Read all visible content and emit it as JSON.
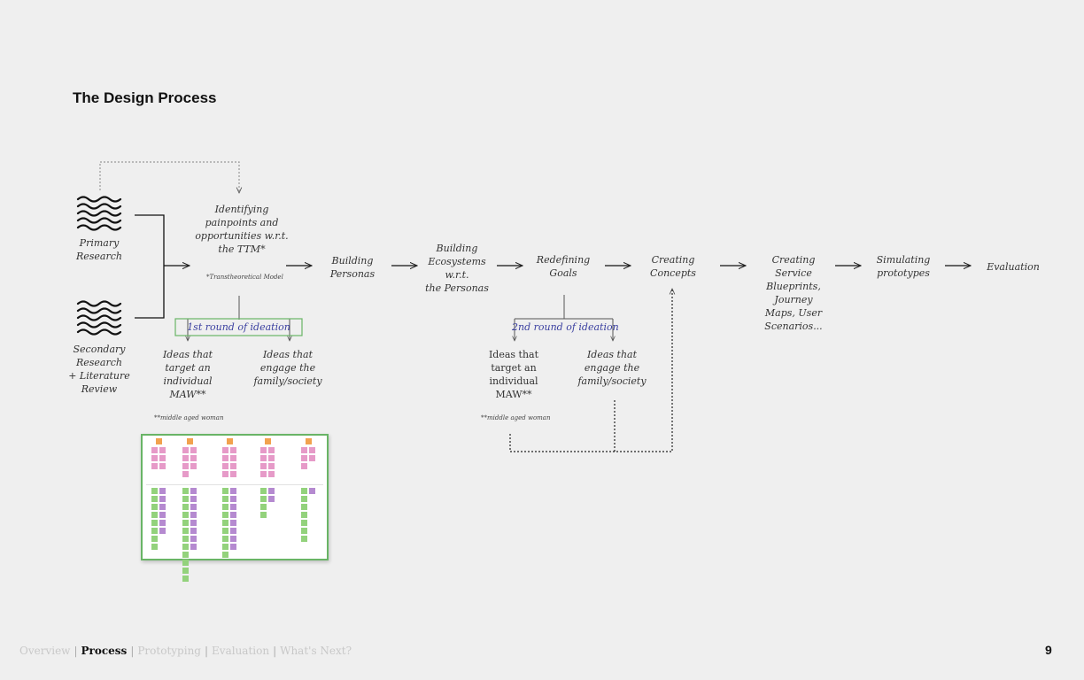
{
  "title": "The Design Process",
  "sources": {
    "primary": "Primary\nResearch",
    "secondary": "Secondary\nResearch\n+ Literature\nReview"
  },
  "steps": {
    "identify": "Identifying\npainpoints and\nopportunities w.r.t.\nthe TTM*",
    "ttm_note": "*Transtheoretical Model",
    "personas": "Building\nPersonas",
    "ecosystems": "Building\nEcosystems\nw.r.t.\nthe Personas",
    "goals": "Redefining\nGoals",
    "concepts": "Creating\nConcepts",
    "service": "Creating\nService\nBlueprints,\nJourney\nMaps, User\nScenarios...",
    "simulating": "Simulating\nprototypes",
    "evaluation": "Evaluation"
  },
  "ideation1": {
    "label": "1st round of ideation",
    "left": "Ideas that\ntarget an\nindividual\nMAW**",
    "right": "Ideas that\nengage the\nfamily/society",
    "note": "**middle aged woman"
  },
  "ideation2": {
    "label": "2nd round of ideation",
    "left": "Ideas that\ntarget an\nindividual\nMAW**",
    "right": "Ideas that\nengage the\nfamily/society",
    "note": "**middle aged woman"
  },
  "colors": {
    "orange": "#f2a24e",
    "pink": "#e69ac8",
    "green": "#93d27c",
    "purple": "#b58ad0",
    "board_border": "#69b466",
    "ideation_text": "#3a3fa0"
  },
  "sticky_board": {
    "columns": [
      {
        "top": 1,
        "pink": 6,
        "green": 8,
        "purple": 6
      },
      {
        "top": 1,
        "pink": 7,
        "green": 12,
        "purple": 8
      },
      {
        "top": 1,
        "pink": 8,
        "green": 9,
        "purple": 8
      },
      {
        "top": 1,
        "pink": 8,
        "green": 4,
        "purple": 2
      },
      {
        "top": 1,
        "pink": 5,
        "green": 7,
        "purple": 1
      }
    ]
  },
  "nav": {
    "items": [
      "Overview",
      "Process",
      "Prototyping",
      "Evaluation",
      "What's Next?"
    ],
    "active": "Process"
  },
  "page_number": "9"
}
